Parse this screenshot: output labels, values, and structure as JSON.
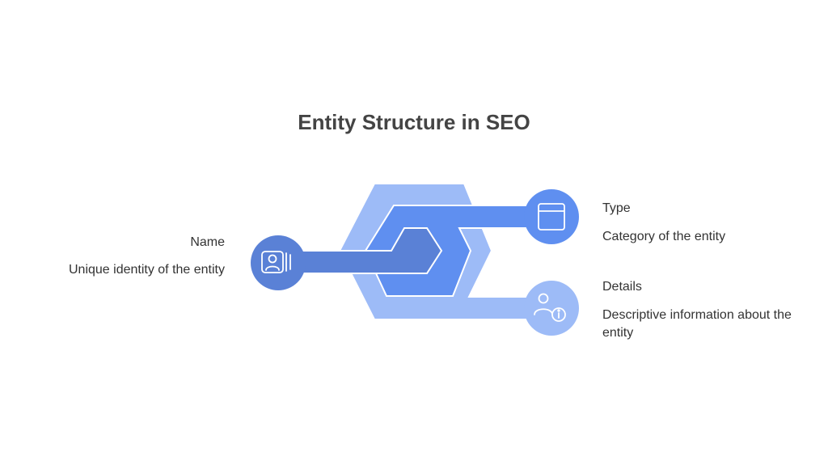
{
  "title": "Entity Structure in SEO",
  "colors": {
    "outer_shape": "#9dbbf7",
    "middle_shape": "#5f8ff0",
    "inner_shape": "#5a81d6",
    "name_circle": "#5a81d6",
    "type_circle": "#5f8ff0",
    "details_circle": "#9dbbf7",
    "text": "#333333",
    "title": "#444444"
  },
  "nodes": {
    "name": {
      "heading": "Name",
      "description": "Unique identity of the entity",
      "icon": "person-id-cards-icon"
    },
    "type": {
      "heading": "Type",
      "description": "Category of the entity",
      "icon": "browser-window-icon"
    },
    "details": {
      "heading": "Details",
      "description": "Descriptive information about the entity",
      "icon": "user-info-icon"
    }
  }
}
